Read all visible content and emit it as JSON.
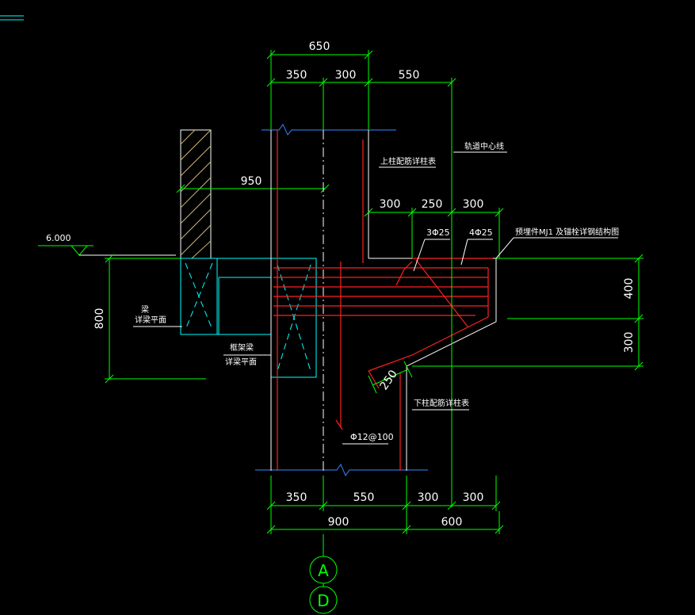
{
  "colors": {
    "background": "#000000",
    "dimension": "#00ff00",
    "text": "#ffffff",
    "beam": "#00ffff",
    "rebar": "#ff2020",
    "breakline": "#2a6fd6",
    "hatch": "#c9b370"
  },
  "dimensions": {
    "top_total": "650",
    "top_left": "350",
    "top_mid": "300",
    "top_right": "550",
    "width_950": "950",
    "bracket_a": "300",
    "bracket_b": "250",
    "bracket_c": "300",
    "right_upper": "400",
    "right_lower": "300",
    "left_height": "800",
    "slope": "250",
    "bottom_1": "350",
    "bottom_2": "550",
    "bottom_3": "300",
    "bottom_4": "300",
    "bottom_total_left": "900",
    "bottom_total_right": "600"
  },
  "labels": {
    "elevation": "6.000",
    "upper_column": "上柱配筋详柱表",
    "track_center": "轨道中心线",
    "embedded_part": "预埋件MJ1 及锚栓详钢结构图",
    "rebar_3": "3Φ25",
    "rebar_4": "4Φ25",
    "beam_1": "梁",
    "beam_1_sub": "详梁平面",
    "beam_2": "框架梁",
    "beam_2_sub": "详梁平面",
    "lower_column": "下柱配筋详柱表",
    "stirrup": "Φ12@100"
  },
  "axes": {
    "top": "A",
    "bottom": "D"
  }
}
